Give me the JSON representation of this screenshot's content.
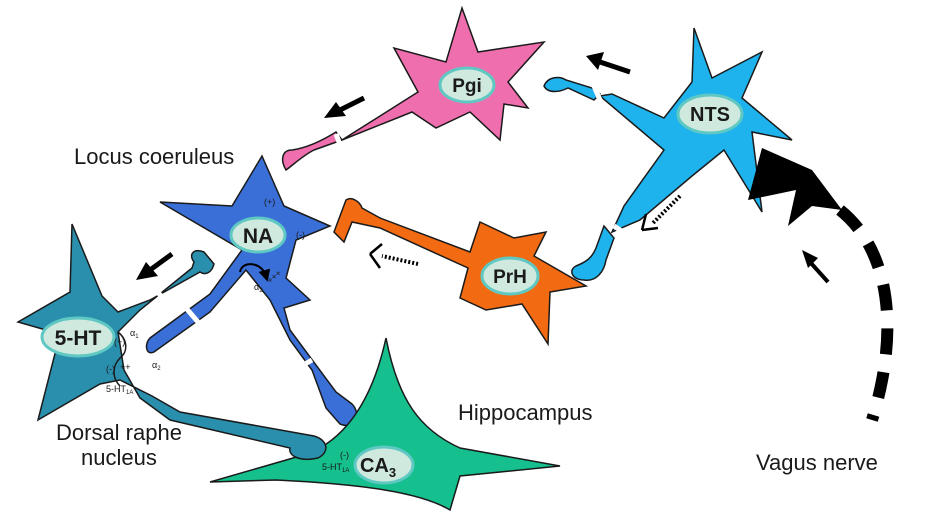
{
  "regions": {
    "locus_coeruleus": "Locus coeruleus",
    "dorsal_raphe_line1": "Dorsal raphe",
    "dorsal_raphe_line2": "nucleus",
    "hippocampus": "Hippocampus",
    "vagus_nerve": "Vagus nerve"
  },
  "neurons": {
    "pgi": "Pgi",
    "nts": "NTS",
    "na": "NA",
    "prh": "PrH",
    "ht": "5-HT",
    "ca3": "CA",
    "ca3_sub": "3"
  },
  "annotations": {
    "na_plus": "(+)",
    "na_minus": "(-)",
    "na_alpha2": "α",
    "na_alpha2_sub": "2",
    "na_alpha2_sign": "+++",
    "ht_plus": "(+)",
    "ht_alpha1": "α",
    "ht_alpha1_sub": "1",
    "ht_minus": "(-)",
    "ht_plusplus": "++",
    "ht_alpha2": "α",
    "ht_alpha2_sub": "2",
    "ht_receptor": "5-HT",
    "ht_receptor_sub": "1A",
    "ca3_minus": "(-)",
    "ca3_receptor": "5-HT",
    "ca3_receptor_sub": "1A"
  },
  "colors": {
    "pgi": "#ef6fae",
    "nts": "#1fb3ee",
    "na": "#3a6fd8",
    "prh": "#f26b12",
    "ht": "#2a8fad",
    "ca3": "#16c08e",
    "soma": "#cfe9df",
    "soma_ring": "#5fc8c2",
    "outline": "#1a1a1a"
  }
}
